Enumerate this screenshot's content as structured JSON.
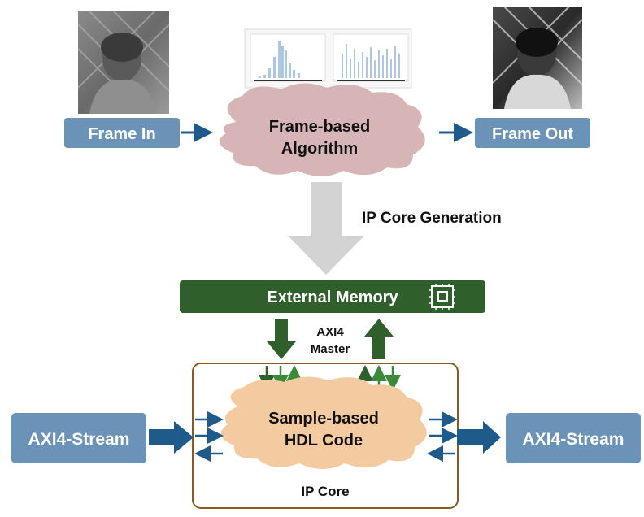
{
  "input_label": "Frame In",
  "output_label": "Frame Out",
  "algorithm_label_line1": "Frame-based",
  "algorithm_label_line2": "Algorithm",
  "generation_label": "IP Core Generation",
  "memory_label": "External Memory",
  "axi_master_line1": "AXI4",
  "axi_master_line2": "Master",
  "hdl_label_line1": "Sample-based",
  "hdl_label_line2": "HDL Code",
  "ip_core_label": "IP Core",
  "stream_in_label": "AXI4-Stream",
  "stream_out_label": "AXI4-Stream",
  "icons": [
    "chip-icon"
  ],
  "colors": {
    "frame_box": "#6b93b8",
    "cloud_pink": "#d7b4b6",
    "cloud_peach": "#f4caa0",
    "memory_green": "#2f5f2b",
    "arrow_blue": "#1f5b8a",
    "arrow_green": "#3a8a3a",
    "arrow_grey": "#d3d3d3",
    "core_border": "#8a5a20"
  }
}
